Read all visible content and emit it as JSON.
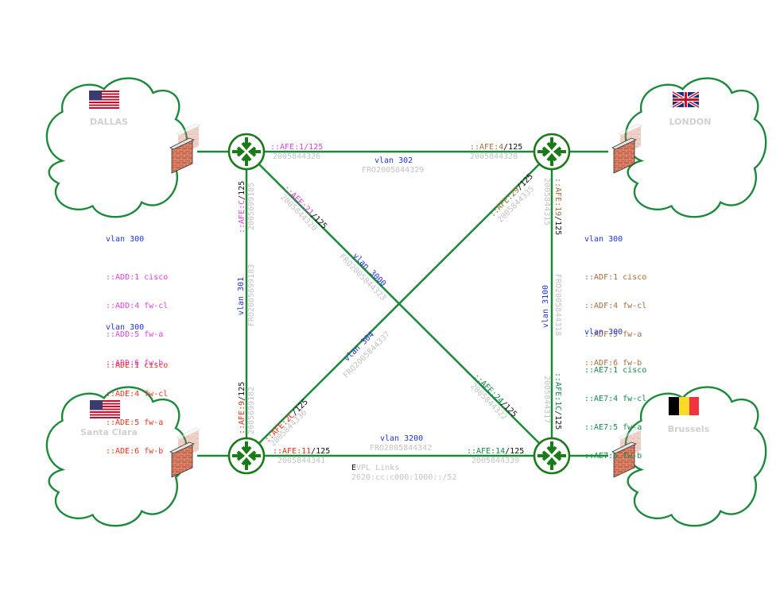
{
  "colors": {
    "link": "#1a8a3a",
    "router": "#1a7a1a",
    "vlan": "#2233dd",
    "serial": "#c4c4c4",
    "site_label": "#d0d0d0",
    "dallas": "#e040e0",
    "santa_clara": "#e8331a",
    "london": "#a0703a",
    "brussels": "#148a4a",
    "suffix": "#111111"
  },
  "sites": {
    "dallas": {
      "name": "DALLAS",
      "flag": "us-flag-icon"
    },
    "london": {
      "name": "LONDON",
      "flag": "uk-flag-icon"
    },
    "santa_clara": {
      "name": "Santa Clara",
      "flag": "us-flag-icon"
    },
    "brussels": {
      "name": "Brussels",
      "flag": "belgium-flag-icon"
    }
  },
  "links": {
    "top": {
      "vlan": "vlan 302",
      "circuit": "FRO2005844329",
      "a_prefix": "::AFE:1",
      "a_suffix": "/125",
      "a_serial": "2005844326",
      "b_prefix": "::AFE:4",
      "b_suffix": "/125",
      "b_serial": "2005844328"
    },
    "left": {
      "vlan": "vlan 301",
      "circuit": "FRO2005699183",
      "a_prefix": "::AFE:C",
      "a_suffix": "/125",
      "a_serial": "2005699185",
      "b_prefix": "::AFE:9",
      "b_suffix": "/125",
      "b_serial": "2005699182"
    },
    "right": {
      "vlan": "vlan 3100",
      "circuit": "FRO2005844318",
      "a_prefix": "::AFE:19",
      "a_suffix": "/125",
      "a_serial": "2005844315",
      "b_prefix": "::AFE:1C",
      "b_suffix": "/125",
      "b_serial": "2005844317"
    },
    "bottom": {
      "vlan": "vlan 3200",
      "circuit": "FRO2005844342",
      "a_prefix": "::AFE:11",
      "a_suffix": "/125",
      "a_serial": "2005844341",
      "b_prefix": "::AFE:14",
      "b_suffix": "/125",
      "b_serial": "2005844339"
    },
    "diag_down": {
      "vlan": "vlan 3000",
      "circuit": "FRO2005844323",
      "a_prefix": "::AFE:21",
      "a_suffix": "/125",
      "a_serial": "2005844320",
      "b_prefix": "::AFE:24",
      "b_suffix": "/125",
      "b_serial": "2005844322"
    },
    "diag_up": {
      "vlan": "vlan 304",
      "circuit": "FRO2005844337",
      "a_prefix": "::AFE:2C",
      "a_suffix": "/125",
      "a_serial": "2005844336",
      "b_prefix": "::AFE:29",
      "b_suffix": "/125",
      "b_serial": "2005844335"
    }
  },
  "evpl": {
    "first_letter": "E",
    "rest": "VPL Links",
    "prefix": "2620:cc:c000:1000::/52"
  },
  "site_vlans": {
    "dallas": {
      "vlan": "vlan 300",
      "hosts": [
        "::ADD:1 cisco",
        "::ADD:4 fw-cl",
        "::ADD:5 fw-a",
        "::ADD:6 fw-b"
      ]
    },
    "santa_clara": {
      "vlan": "vlan 300",
      "hosts": [
        "::ADE:1 cisco",
        "::ADE:4 fw-cl",
        "::ADE:5 fw-a",
        "::ADE:6 fw-b"
      ]
    },
    "london": {
      "vlan": "vlan 300",
      "hosts": [
        "::ADF:1 cisco",
        "::ADF:4 fw-cl",
        "::ADF:5 fw-a",
        "::ADF:6 fw-b"
      ]
    },
    "brussels": {
      "vlan": "vlan 300",
      "hosts": [
        "::AE7:1 cisco",
        "::AE7:4 fw-cl",
        "::AE7:5 fw-a",
        "::AE7:6 fw-b"
      ]
    }
  }
}
